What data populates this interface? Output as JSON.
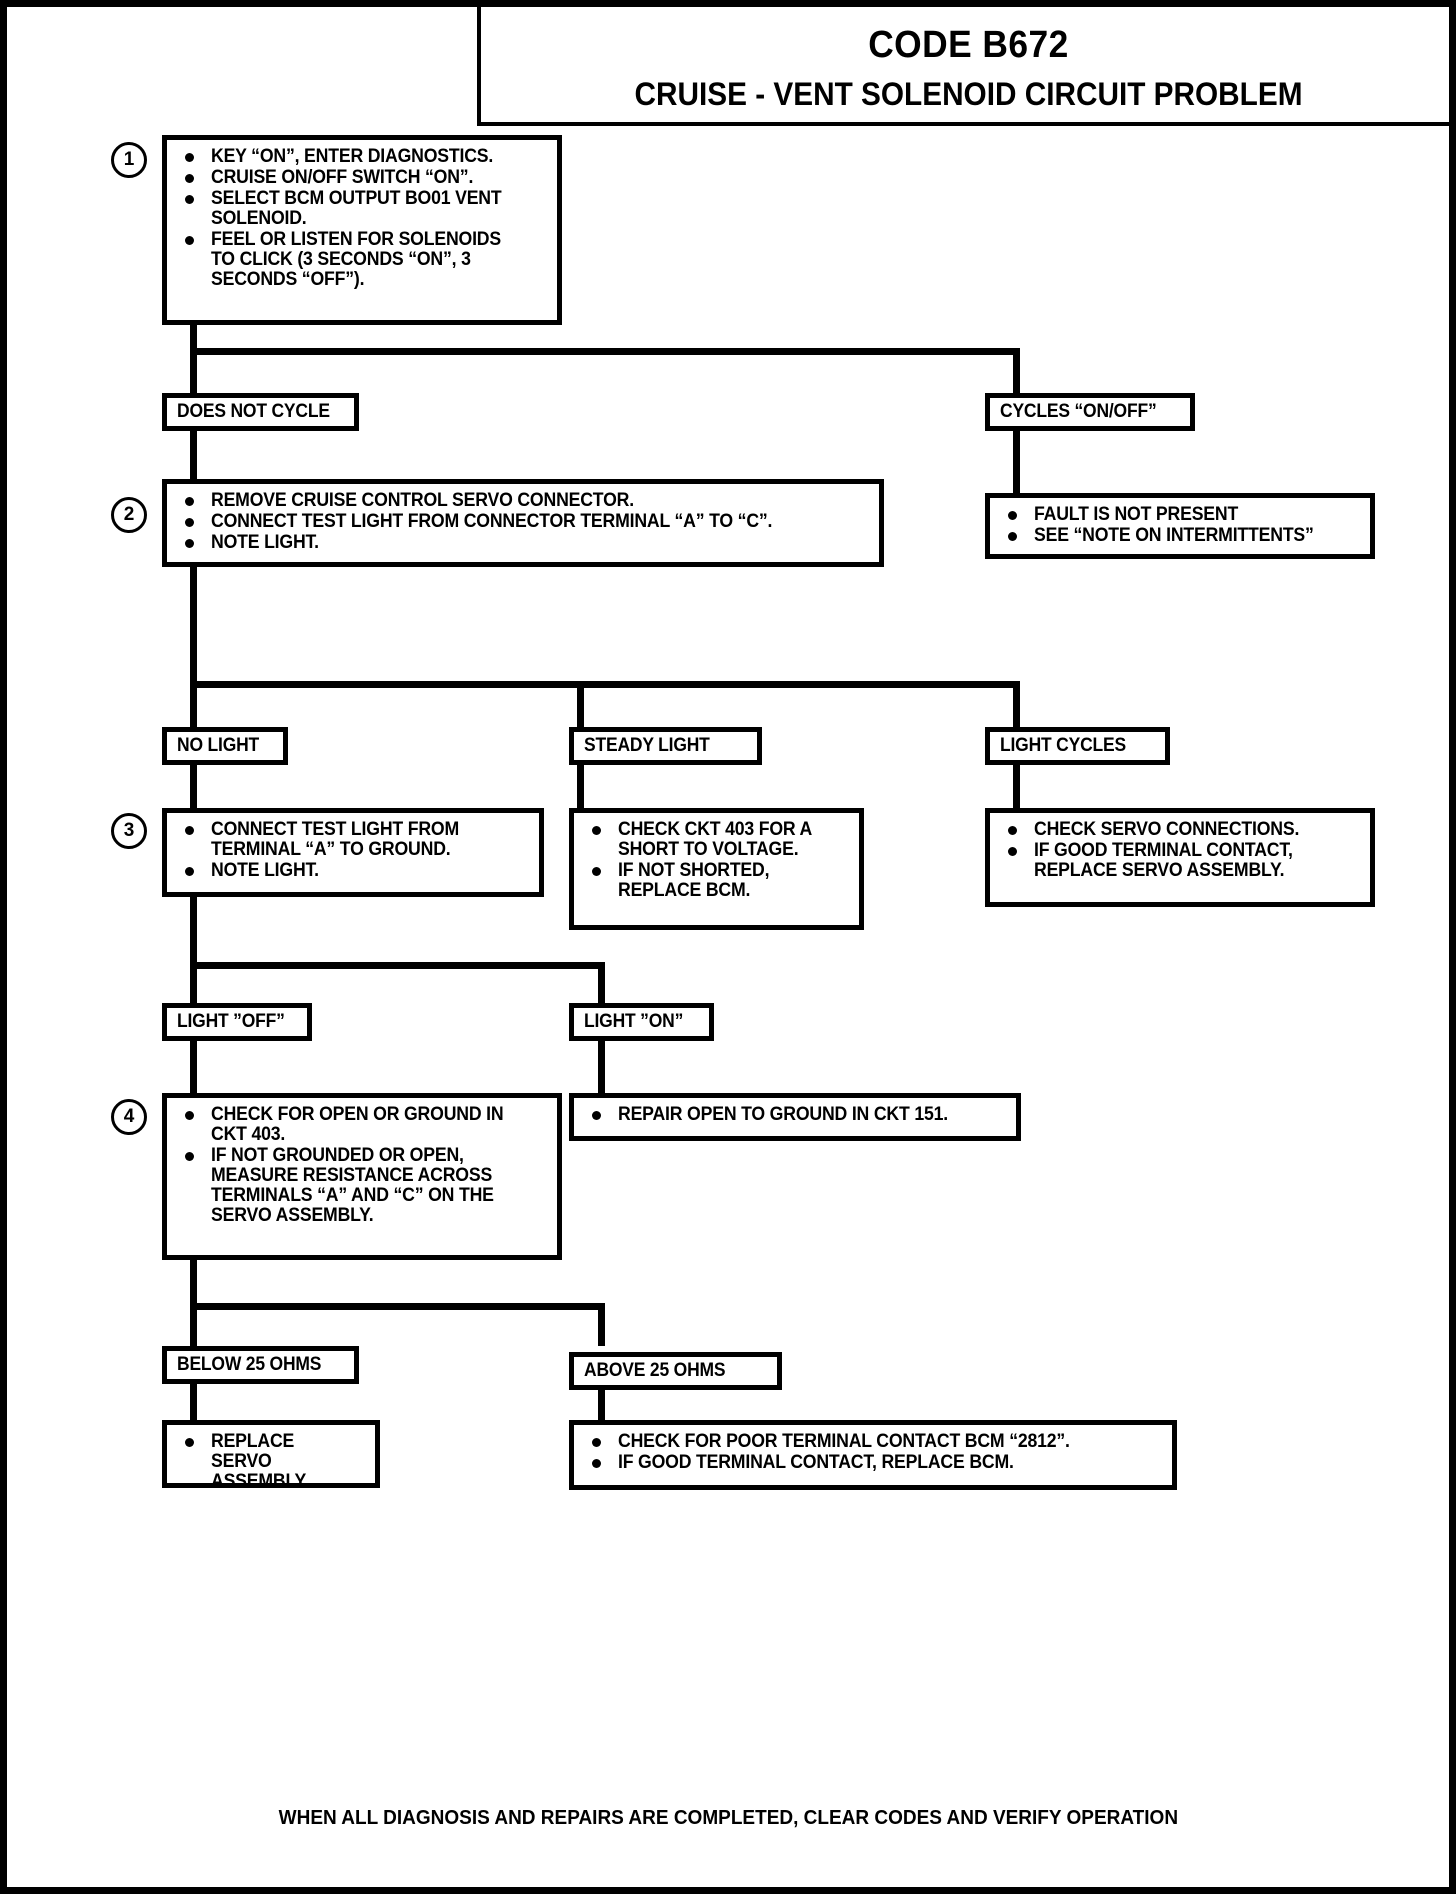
{
  "document": {
    "title_code": "CODE B672",
    "title_subject": "CRUISE - VENT SOLENOID CIRCUIT PROBLEM",
    "footer": "WHEN ALL DIAGNOSIS AND REPAIRS ARE COMPLETED, CLEAR CODES AND VERIFY OPERATION"
  },
  "steps": {
    "one": {
      "number": "1",
      "items": [
        "KEY “ON”, ENTER DIAGNOSTICS.",
        "CRUISE ON/OFF SWITCH “ON”.",
        "SELECT BCM OUTPUT BO01 VENT\nSOLENOID.",
        "FEEL OR LISTEN FOR SOLENOIDS\nTO CLICK (3 SECONDS “ON”, 3\nSECONDS “OFF”)."
      ]
    },
    "two": {
      "number": "2",
      "items": [
        "REMOVE CRUISE CONTROL SERVO CONNECTOR.",
        "CONNECT TEST LIGHT FROM CONNECTOR TERMINAL “A” TO “C”.",
        "NOTE LIGHT."
      ]
    },
    "three": {
      "number": "3",
      "items": [
        "CONNECT TEST LIGHT FROM\nTERMINAL “A”  TO GROUND.",
        "NOTE LIGHT."
      ]
    },
    "four": {
      "number": "4",
      "items": [
        "CHECK FOR OPEN OR GROUND IN\nCKT 403.",
        "IF NOT GROUNDED OR OPEN,\nMEASURE RESISTANCE ACROSS\nTERMINALS “A” AND “C” ON THE\nSERVO ASSEMBLY."
      ]
    }
  },
  "branch_labels": {
    "does_not_cycle": "DOES NOT CYCLE",
    "cycles_on_off": "CYCLES “ON/OFF”",
    "no_light": "NO LIGHT",
    "steady_light": "STEADY LIGHT",
    "light_cycles": "LIGHT CYCLES",
    "light_off": "LIGHT ”OFF”",
    "light_on": "LIGHT ”ON”",
    "below_25_ohms": "BELOW 25 OHMS",
    "above_25_ohms": "ABOVE 25 OHMS"
  },
  "result_boxes": {
    "fault_not_present": {
      "items": [
        "FAULT IS NOT PRESENT",
        "SEE “NOTE ON INTERMITTENTS”"
      ]
    },
    "steady_light_action": {
      "items": [
        "CHECK CKT 403 FOR A\nSHORT TO VOLTAGE.",
        "IF NOT SHORTED,\nREPLACE BCM."
      ]
    },
    "light_cycles_action": {
      "items": [
        "CHECK SERVO CONNECTIONS.",
        "IF GOOD TERMINAL CONTACT,\nREPLACE  SERVO  ASSEMBLY."
      ]
    },
    "light_on_action": {
      "items": [
        "REPAIR OPEN TO GROUND IN CKT 151."
      ]
    },
    "below_25_action": {
      "items": [
        "REPLACE SERVO\nASSEMBLY"
      ]
    },
    "above_25_action": {
      "items": [
        "CHECK FOR POOR TERMINAL CONTACT  BCM “2812”.",
        "IF GOOD TERMINAL CONTACT, REPLACE BCM."
      ]
    }
  },
  "colors": {
    "ink": "#000000",
    "paper": "#ffffff"
  }
}
